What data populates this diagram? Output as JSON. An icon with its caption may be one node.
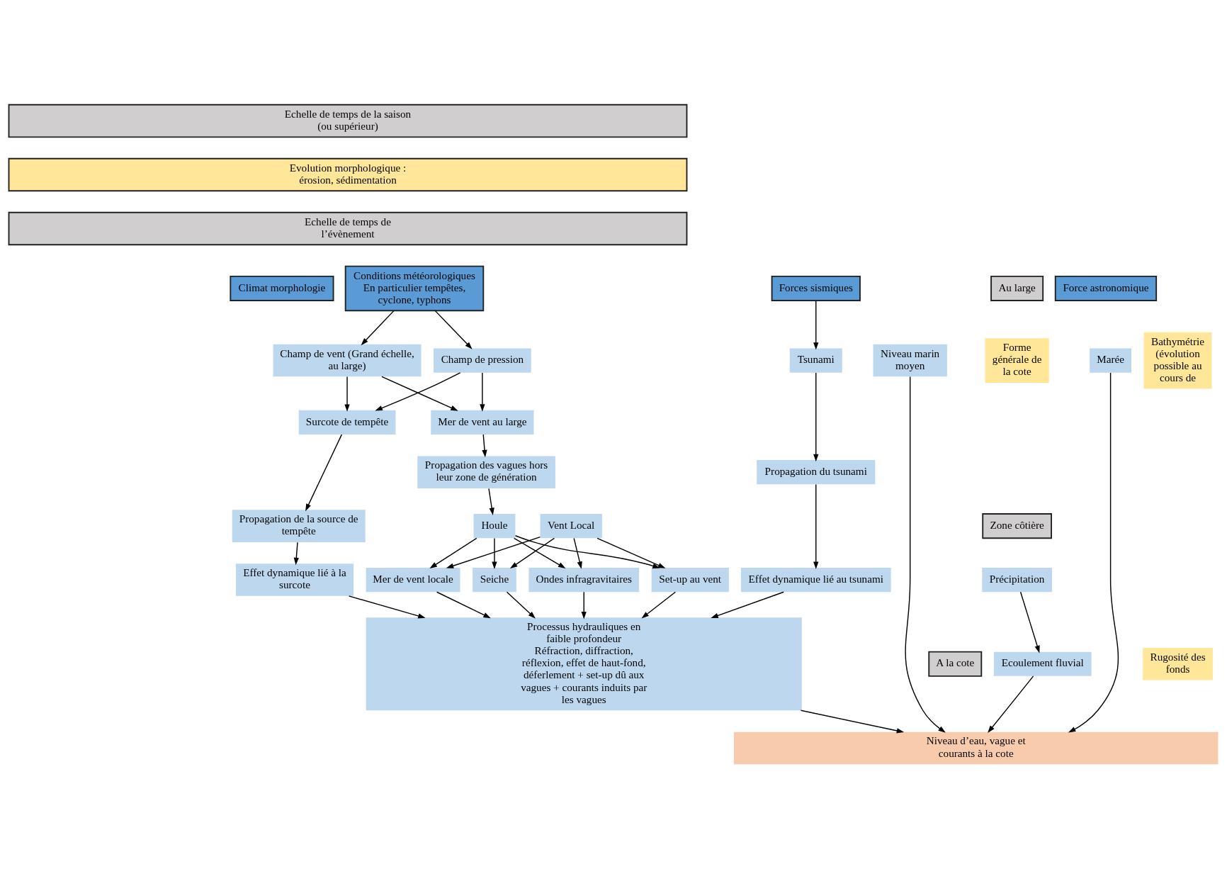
{
  "diagram": {
    "nodes": [
      {
        "text": [
          "Echelle de temps de la saison (ou supérieur)"
        ]
      },
      {
        "text": [
          "Evolution morphologique : érosion, sédimentation"
        ]
      },
      {
        "text": [
          "Echelle de temps de l’évènement"
        ]
      },
      {
        "text": [
          "Climat morphologie"
        ]
      },
      {
        "text": [
          "Force astronomique"
        ]
      },
      {
        "text": [
          "Conditions météorologiques",
          "En particulier tempêtes, cyclone, typhons"
        ]
      },
      {
        "text": [
          "Forces sismiques"
        ]
      },
      {
        "text": [
          "Au large"
        ]
      },
      {
        "text": [
          "Forme générale de la cote"
        ]
      },
      {
        "text": [
          "Bathymétrie (évolution possible au cours de"
        ]
      },
      {
        "text": [
          "Niveau marin moyen"
        ]
      },
      {
        "text": [
          "Marée"
        ]
      },
      {
        "text": [
          "Champ de pression"
        ]
      },
      {
        "text": [
          "Champ de vent (Grand échelle, au large)"
        ]
      },
      {
        "text": [
          "Tsunami"
        ]
      },
      {
        "text": [
          "Surcote de tempête"
        ]
      },
      {
        "text": [
          "Mer de vent au large"
        ]
      },
      {
        "text": [
          "Propagation des vagues hors leur zone de génération"
        ]
      },
      {
        "text": [
          "Propagation du tsunami"
        ]
      },
      {
        "text": [
          "Zone côtière"
        ]
      },
      {
        "text": [
          "Propagation de la source de tempête"
        ]
      },
      {
        "text": [
          "Vent Local"
        ]
      },
      {
        "text": [
          "Houle"
        ]
      },
      {
        "text": [
          "Précipitation"
        ]
      },
      {
        "text": [
          "Effet dynamique lié à la surcote"
        ]
      },
      {
        "text": [
          "Set-up au vent"
        ]
      },
      {
        "text": [
          "Mer de vent locale"
        ]
      },
      {
        "text": [
          "Seiche"
        ]
      },
      {
        "text": [
          "Ondes infragravitaires"
        ]
      },
      {
        "text": [
          "Effet dynamique lié au tsunami"
        ]
      },
      {
        "text": [
          "A la cote"
        ]
      },
      {
        "text": [
          "Rugosité des fonds"
        ]
      },
      {
        "text": [
          "Ecoulement fluvial"
        ]
      },
      {
        "text": [
          "Processus hydrauliques en faible profondeur",
          "Réfraction, diffraction, réflexion, effet de haut-fond, déferlement + set-up dû aux vagues + courants induits par les vagues"
        ]
      },
      {
        "text": [
          "Niveau d’eau, vague et courants à la cote"
        ]
      }
    ],
    "edges": [
      {
        "from": 5,
        "to": 12,
        "arrow": "to"
      },
      {
        "from": 5,
        "to": 13,
        "arrow": "to"
      },
      {
        "from": 6,
        "to": 14,
        "arrow": "to"
      },
      {
        "from": 12,
        "to": 15,
        "arrow": "to"
      },
      {
        "from": 12,
        "to": 16,
        "arrow": "to"
      },
      {
        "from": 13,
        "to": 15,
        "arrow": "to"
      },
      {
        "from": 13,
        "to": 16,
        "arrow": "to"
      },
      {
        "from": 15,
        "to": 20,
        "arrow": "to"
      },
      {
        "from": 16,
        "to": 17,
        "arrow": "to"
      },
      {
        "from": 17,
        "to": 22,
        "arrow": "to"
      },
      {
        "from": 14,
        "to": 18,
        "arrow": "to"
      },
      {
        "from": 20,
        "to": 24,
        "arrow": "to"
      },
      {
        "from": 21,
        "to": 25,
        "arrow": "to"
      },
      {
        "from": 21,
        "to": 26,
        "arrow": "to"
      },
      {
        "from": 21,
        "to": 27,
        "arrow": "to"
      },
      {
        "from": 21,
        "to": 28,
        "arrow": "to"
      },
      {
        "from": 22,
        "to": 25,
        "arrow": "to"
      },
      {
        "from": 22,
        "to": 26,
        "arrow": "to"
      },
      {
        "from": 22,
        "to": 27,
        "arrow": "to"
      },
      {
        "from": 22,
        "to": 28,
        "arrow": "to"
      },
      {
        "from": 18,
        "to": 29,
        "arrow": "to"
      },
      {
        "from": 24,
        "to": 33,
        "arrow": "to"
      },
      {
        "from": 25,
        "to": 33,
        "arrow": "to"
      },
      {
        "from": 26,
        "to": 33,
        "arrow": "to"
      },
      {
        "from": 27,
        "to": 33,
        "arrow": "to"
      },
      {
        "from": 28,
        "to": 33,
        "arrow": "to"
      },
      {
        "from": 29,
        "to": 33,
        "arrow": "to"
      },
      {
        "from": 23,
        "to": 32,
        "arrow": "to"
      },
      {
        "from": 32,
        "to": 34,
        "arrow": "to"
      },
      {
        "from": 10,
        "to": 34,
        "arrow": "to"
      },
      {
        "from": 11,
        "to": 34,
        "arrow": "to"
      },
      {
        "from": 33,
        "to": 34,
        "arrow": "to"
      }
    ]
  }
}
